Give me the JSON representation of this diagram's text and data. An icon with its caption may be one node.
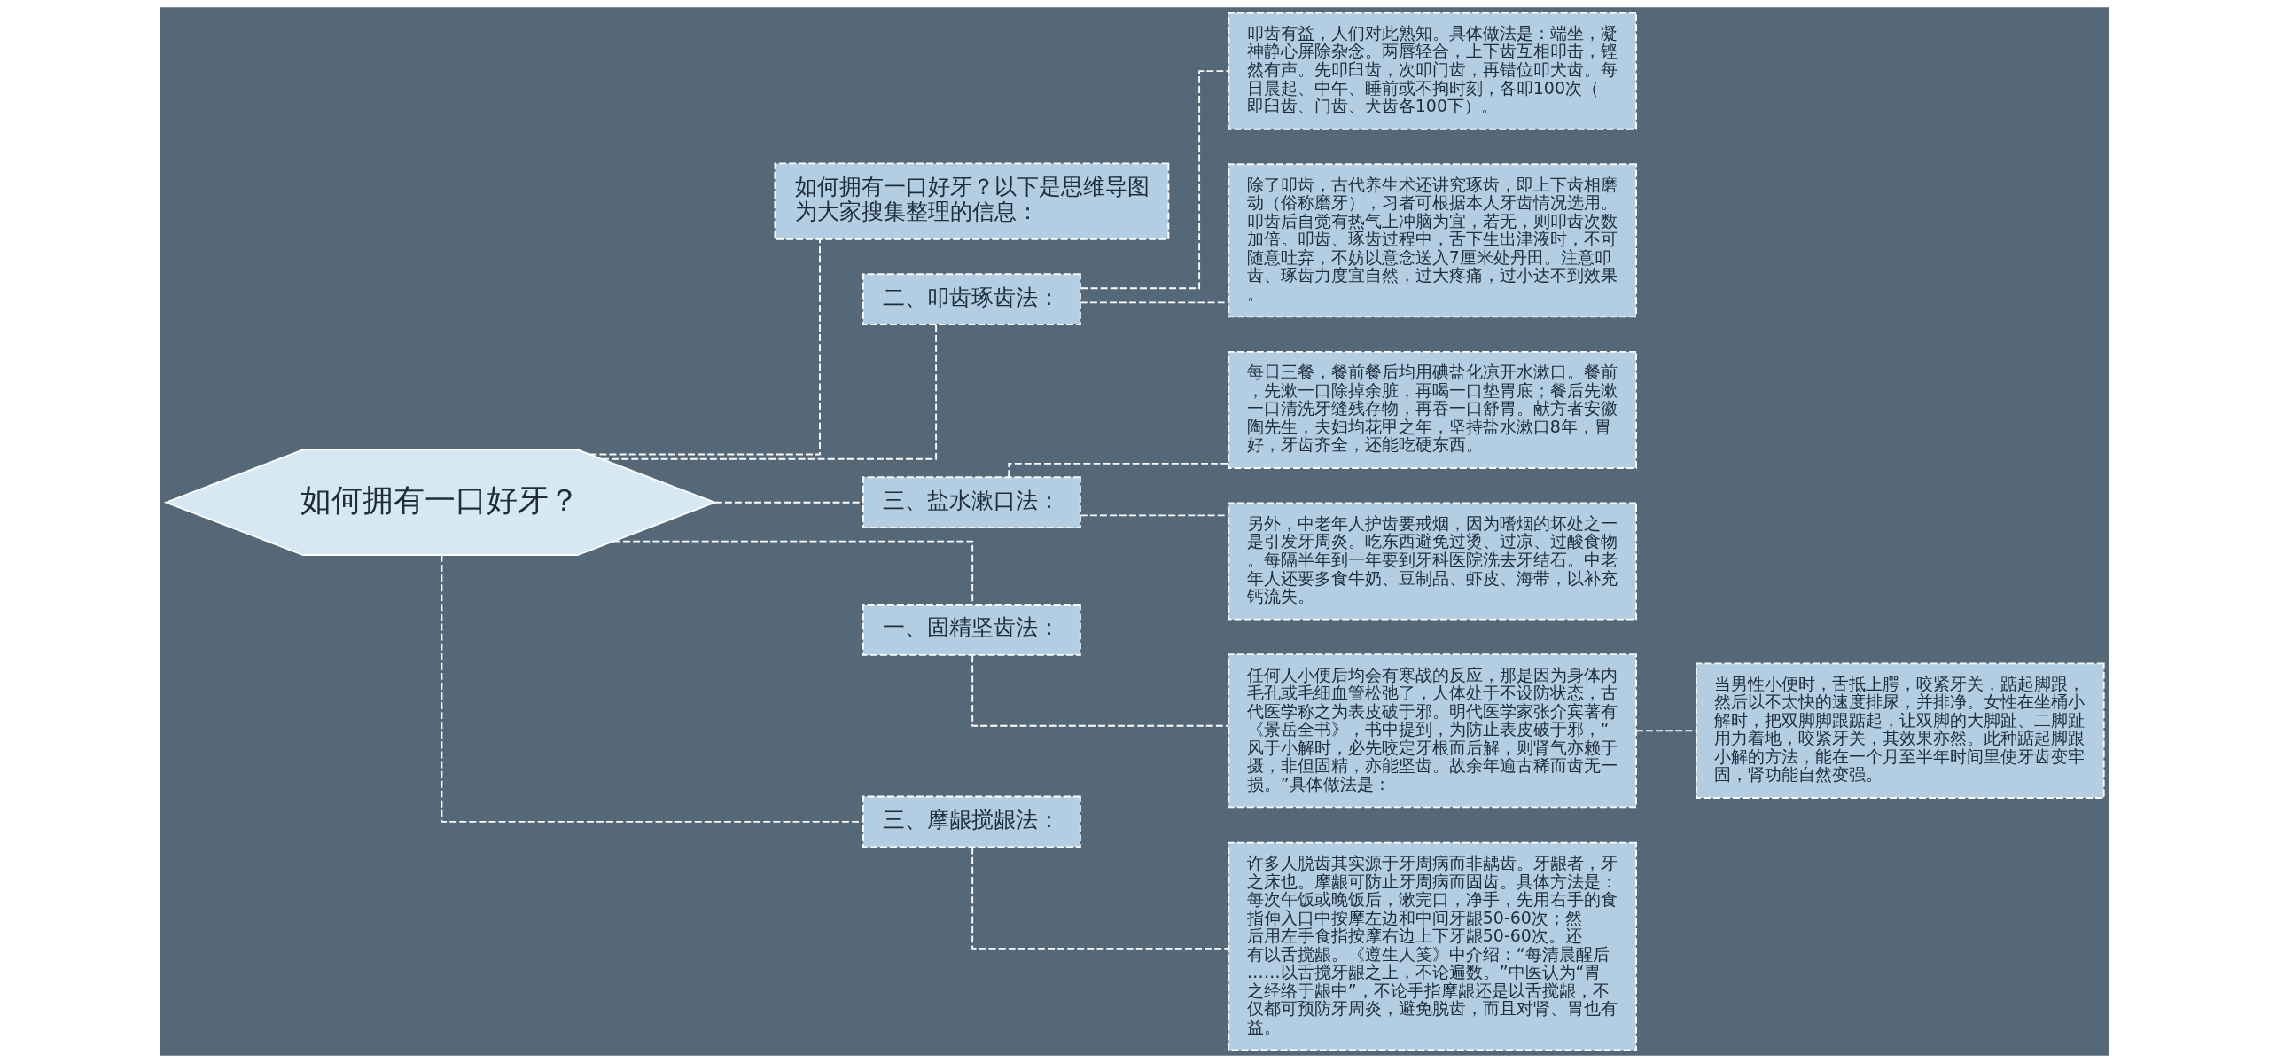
{
  "diagram": {
    "nodes": [
      {
        "text": [
          "如何拥有一口好牙？"
        ]
      },
      {
        "text": [
          "如何拥有一口好牙？以下是思维导图为大家搜集整理的信息："
        ]
      },
      {
        "text": [
          "二、叩齿琢齿法："
        ]
      },
      {
        "text": [
          "叩齿有益，人们对此熟知。具体做法是：端坐，凝神静心屏除杂念。两唇轻合，上下齿互相叩击，铿然有声。先叩臼齿，次叩门齿，再错位叩犬齿。每日晨起、中午、睡前或不拘时刻，各叩100次（即臼齿、门齿、犬齿各100下）。"
        ]
      },
      {
        "text": [
          "除了叩齿，古代养生术还讲究琢齿，即上下齿相磨动（俗称磨牙），习者可根据本人牙齿情况选用。叩齿后自觉有热气上冲脑为宜，若无，则叩齿次数加倍。叩齿、琢齿过程中，舌下生出津液时，不可随意吐弃，不妨以意念送入7厘米处丹田。注意叩齿、琢齿力度宜自然，过大疼痛，过小达不到效果。"
        ]
      },
      {
        "text": [
          "三、盐水漱口法："
        ]
      },
      {
        "text": [
          "每日三餐，餐前餐后均用碘盐化凉开水漱口。餐前，先漱一口除掉余脏，再喝一口垫胃底；餐后先漱一口清洗牙缝残存物，再吞一口舒胃。献方者安徽陶先生，夫妇均花甲之年，坚持盐水漱口8年，胃好，牙齿齐全，还能吃硬东西。"
        ]
      },
      {
        "text": [
          "另外，中老年人护齿要戒烟，因为嗜烟的坏处之一是引发牙周炎。吃东西避免过烫、过凉、过酸食物。每隔半年到一年要到牙科医院洗去牙结石。中老年人还要多食牛奶、豆制品、虾皮、海带，以补充钙流失。"
        ]
      },
      {
        "text": [
          "一、固精坚齿法："
        ]
      },
      {
        "text": [
          "任何人小便后均会有寒战的反应，那是因为身体内毛孔或毛细血管松弛了，人体处于不设防状态，古代医学称之为表皮破于邪。明代医学家张介宾著有《景岳全书》，书中提到，为防止表皮破于邪，“风于小解时，必先咬定牙根而后解，则肾气亦赖于摄，非但固精，亦能坚齿。故余年逾古稀而齿无一损。”具体做法是："
        ]
      },
      {
        "text": [
          "当男性小便时，舌抵上腭，咬紧牙关，踮起脚跟，然后以不太快的速度排尿，并排净。女性在坐桶小解时，把双脚脚跟踮起，让双脚的大脚趾、二脚趾用力着地，咬紧牙关，其效果亦然。此种踮起脚跟小解的方法，能在一个月至半年时间里使牙齿变牢固，肾功能自然变强。"
        ]
      },
      {
        "text": [
          "三、摩龈搅龈法："
        ]
      },
      {
        "text": [
          "许多人脱齿其实源于牙周病而非龋齿。牙龈者，牙之床也。摩龈可防止牙周病而固齿。具体方法是：每次午饭或晚饭后，漱完口，净手，先用右手的食指伸入口中按摩左边和中间牙龈50-60次；然后用左手食指按摩右边上下牙龈50-60次。还有以舌搅龈。《遵生人笺》中介绍：“每清晨醒后……以舌搅牙龈之上，不论遍数。”中医认为“胃之经络于龈中”，不论手指摩龈还是以舌搅龈，不仅都可预防牙周炎，避免脱齿，而且对肾、胃也有益。"
        ]
      }
    ],
    "edges": [
      {
        "from": 0,
        "to": 1,
        "arrow": "none",
        "style": "dashed"
      },
      {
        "from": 0,
        "to": 2,
        "arrow": "none",
        "style": "dashed"
      },
      {
        "from": 2,
        "to": 3,
        "arrow": "none",
        "style": "dashed"
      },
      {
        "from": 2,
        "to": 4,
        "arrow": "none",
        "style": "dashed"
      },
      {
        "from": 0,
        "to": 5,
        "arrow": "none",
        "style": "dashed"
      },
      {
        "from": 5,
        "to": 6,
        "arrow": "none",
        "style": "dashed"
      },
      {
        "from": 5,
        "to": 7,
        "arrow": "none",
        "style": "dashed"
      },
      {
        "from": 0,
        "to": 8,
        "arrow": "none",
        "style": "dashed"
      },
      {
        "from": 8,
        "to": 9,
        "arrow": "none",
        "style": "dashed"
      },
      {
        "from": 9,
        "to": 10,
        "arrow": "none",
        "style": "dashed"
      },
      {
        "from": 0,
        "to": 11,
        "arrow": "none",
        "style": "dashed"
      },
      {
        "from": 11,
        "to": 12,
        "arrow": "none",
        "style": "dashed"
      }
    ]
  }
}
